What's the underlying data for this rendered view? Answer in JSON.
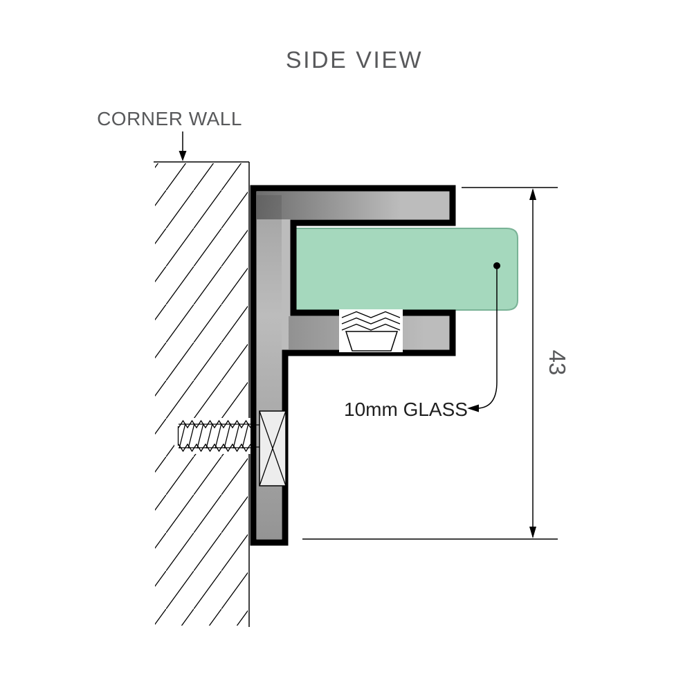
{
  "title": "SIDE VIEW",
  "labels": {
    "corner_wall": "CORNER WALL",
    "glass": "10mm GLASS",
    "dimension_value": "43"
  },
  "colors": {
    "background": "#ffffff",
    "glass_fill": "#a5d8bd",
    "glass_edge": "#79b296",
    "bracket_base": "#bcbcbc",
    "outline": "#000000",
    "label_gray": "#58595b",
    "label_dark": "#1f1f1f"
  }
}
